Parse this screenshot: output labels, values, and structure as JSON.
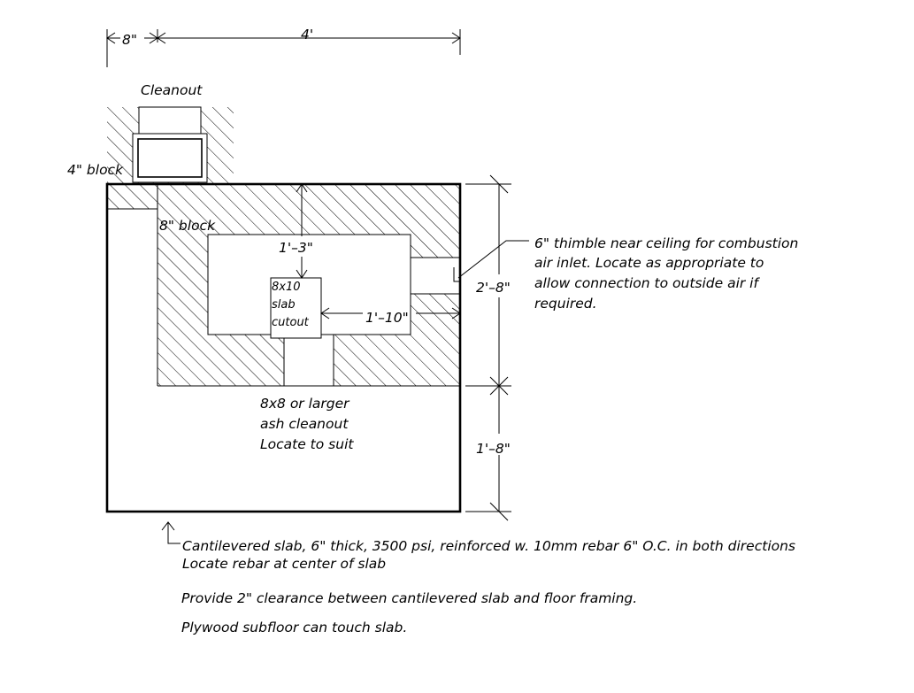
{
  "labels": {
    "dim_8in": "8\"",
    "dim_4ft": "4'",
    "cleanout": "Cleanout",
    "block_4in": "4\" block",
    "block_8in": "8\" block",
    "dim_1ft3in": "1'–3\"",
    "slab_cutout": [
      "8x10",
      "slab",
      "cutout"
    ],
    "dim_1ft10in": "1'–10\"",
    "ash_cleanout": [
      "8x8 or larger",
      "ash cleanout",
      "Locate to suit"
    ],
    "dim_2ft8in": "2'–8\"",
    "dim_1ft8in": "1'–8\"",
    "thimble_note": [
      "6\" thimble near ceiling for combustion",
      "air inlet. Locate as appropriate to",
      "allow connection to outside air if",
      "required."
    ],
    "slab_note": [
      "Cantilevered slab, 6\" thick, 3500 psi, reinforced w. 10mm rebar 6\" O.C. in both directions",
      "Locate rebar at center of slab"
    ],
    "clearance_note": "Provide 2\" clearance between cantilevered slab and floor framing.",
    "subfloor_note": "Plywood subfloor can touch slab."
  }
}
